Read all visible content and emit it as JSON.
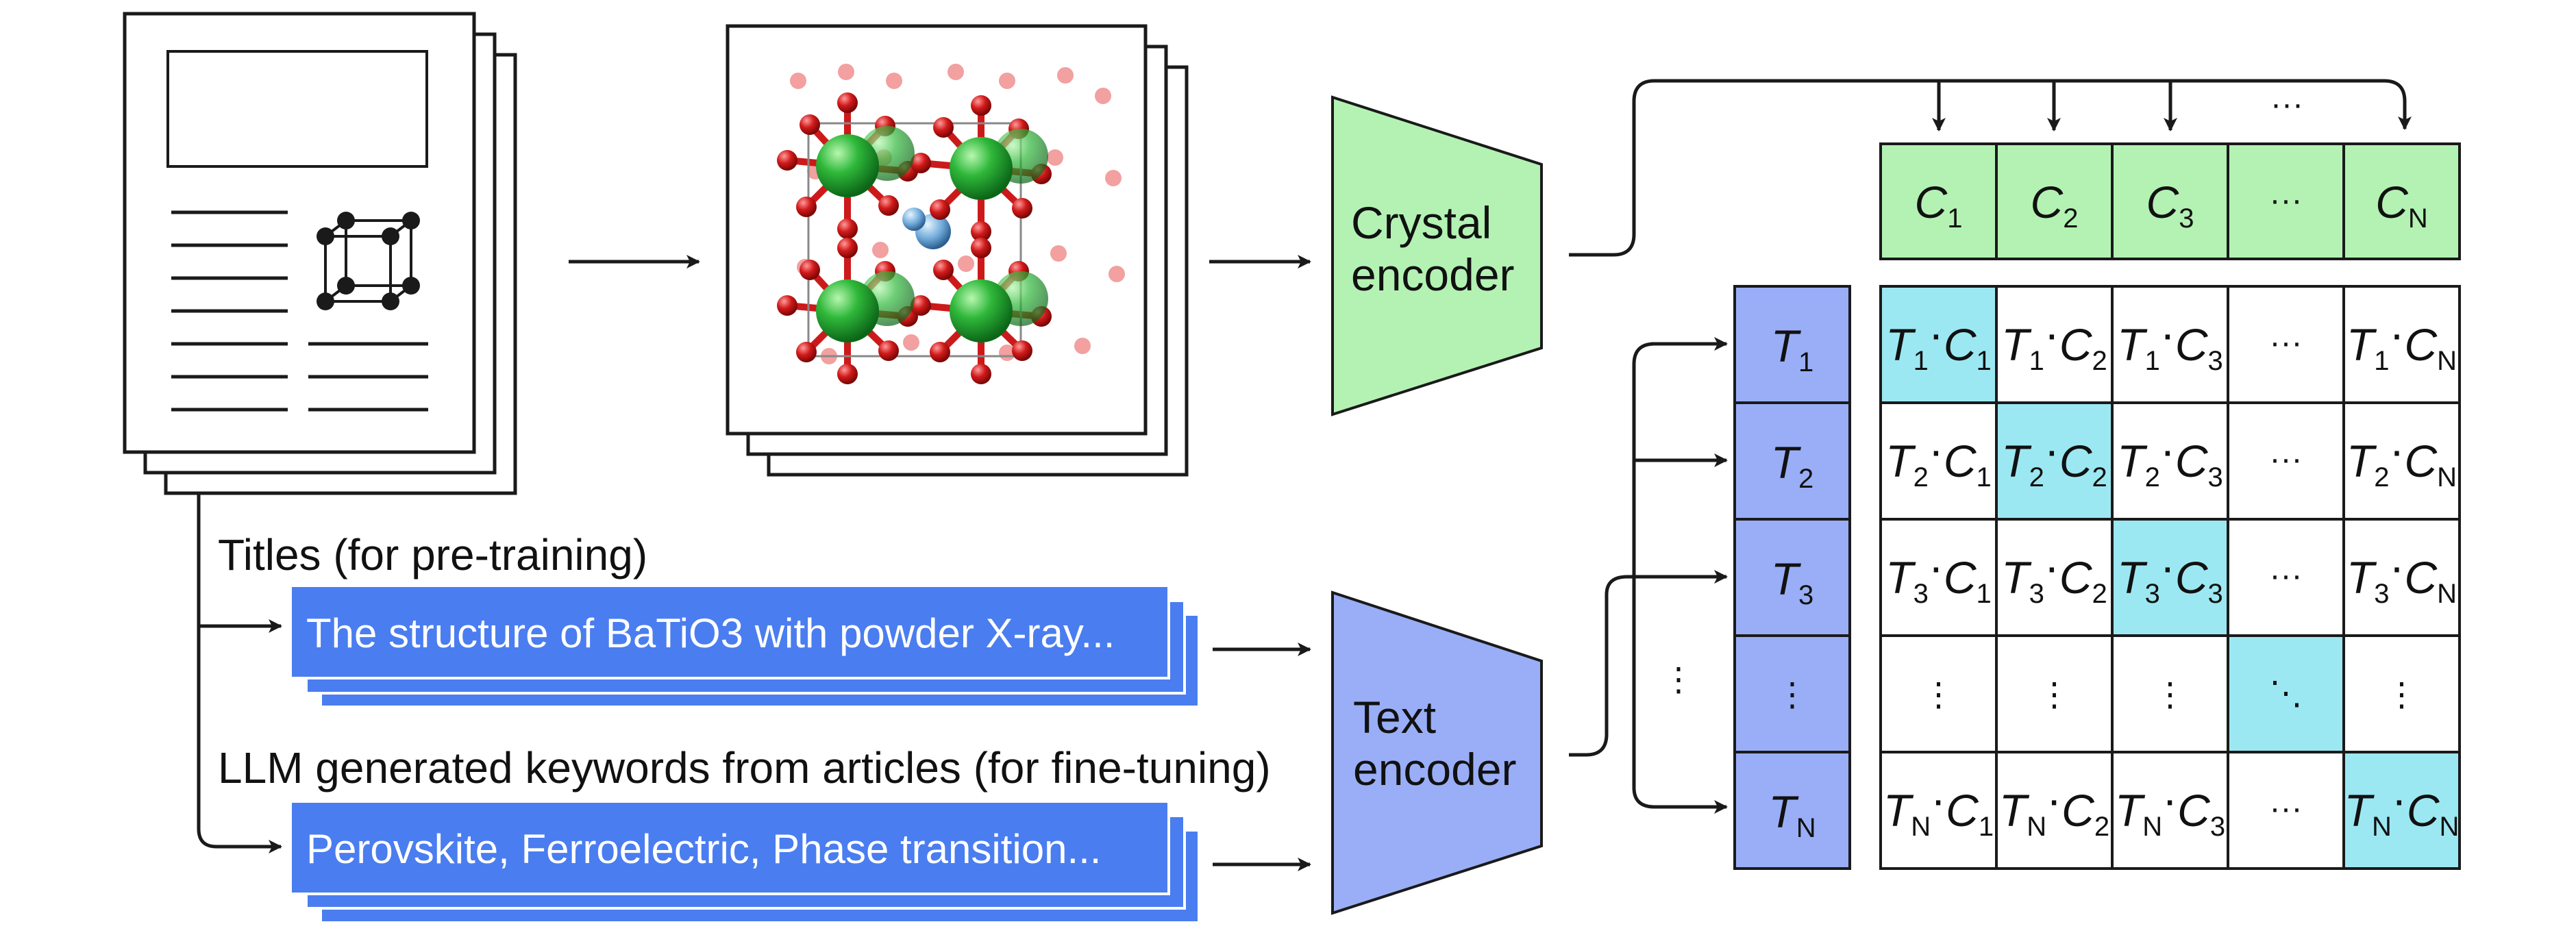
{
  "labels": {
    "titles_caption": "Titles (for pre-training)",
    "keywords_caption": "LLM generated keywords from articles (for fine-tuning)",
    "title_example": "The structure of BaTiO3 with powder X-ray...",
    "keyword_example": "Perovskite, Ferroelectric, Phase transition..."
  },
  "crystal_encoder": {
    "line1": "Crystal",
    "line2": "encoder"
  },
  "text_encoder": {
    "line1": "Text",
    "line2": "encoder"
  },
  "matrix": {
    "crystal_headers": [
      {
        "base": "C",
        "sub": "1"
      },
      {
        "base": "C",
        "sub": "2"
      },
      {
        "base": "C",
        "sub": "3"
      },
      {
        "base": "···",
        "sub": ""
      },
      {
        "base": "C",
        "sub": "N"
      }
    ],
    "text_headers": [
      {
        "base": "T",
        "sub": "1"
      },
      {
        "base": "T",
        "sub": "2"
      },
      {
        "base": "T",
        "sub": "3"
      },
      {
        "base": "⋮",
        "sub": ""
      },
      {
        "base": "T",
        "sub": "N"
      }
    ],
    "ellipsis_h": "···",
    "ellipsis_v": "⋮",
    "ellipsis_d": "⋱"
  },
  "colors": {
    "crystal_green": "#b3f2b3",
    "text_blue": "#9aaef7",
    "text_box_blue": "#4a7df0",
    "diagonal_cyan": "#9ce8f2",
    "atom_green": "#2fb83a",
    "atom_red": "#d11a1a"
  },
  "icons": [
    "document-stack-icon",
    "unit-cell-icon",
    "crystal-structure-image"
  ]
}
